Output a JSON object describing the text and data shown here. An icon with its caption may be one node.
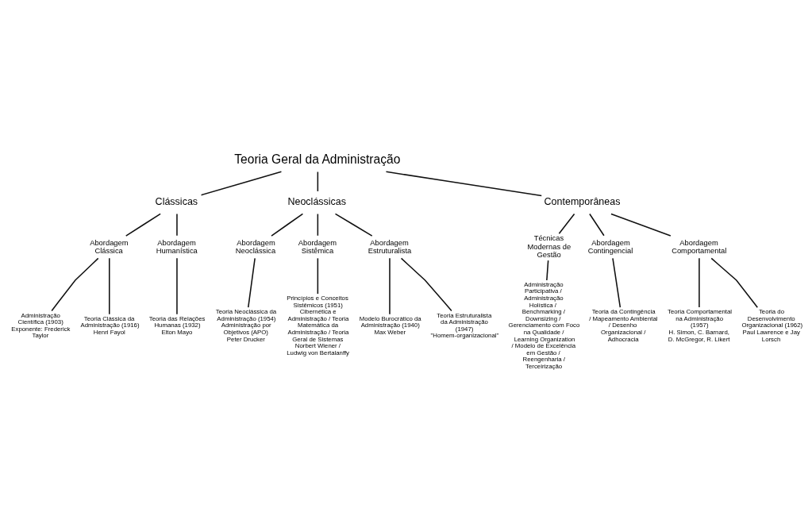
{
  "diagram": {
    "nodes": [
      {
        "text": [
          "Teoria Geral da Administração"
        ]
      },
      {
        "text": [
          "Clássicas"
        ]
      },
      {
        "text": [
          "Abordagem Clássica"
        ]
      },
      {
        "text": [
          "Administração Científica (1903)",
          "Exponente: Frederick Taylor"
        ]
      },
      {
        "text": [
          "Teoria Clássica da Administração (1916)",
          "Henri Fayol"
        ]
      },
      {
        "text": [
          "Abordagem Humanística"
        ]
      },
      {
        "text": [
          "Teoria das Relações Humanas (1932)",
          "Elton Mayo"
        ]
      },
      {
        "text": [
          "Neoclássicas"
        ]
      },
      {
        "text": [
          "Abordagem Neoclássica"
        ]
      },
      {
        "text": [
          "Teoria Neoclássica da Administração (1954)",
          "Administração por Objetivos (APO)",
          "Peter Drucker"
        ]
      },
      {
        "text": [
          "Abordagem Sistêmica"
        ]
      },
      {
        "text": [
          "Princípios e Conceitos Sistêmicos (1951)",
          "Cibernética e Administração / Teoria Matemática da Administração / Teoria Geral de Sistemas",
          "Norbert Wiener / Ludwig von Bertalanffy"
        ]
      },
      {
        "text": [
          "Abordagem Estruturalista"
        ]
      },
      {
        "text": [
          "Modelo Burocrático da Administração (1940)",
          "Max Weber"
        ]
      },
      {
        "text": [
          "Teoria Estruturalista da Administração (1947)",
          "\"Homem-organizacional\""
        ]
      },
      {
        "text": [
          "Contemporâneas"
        ]
      },
      {
        "text": [
          "Técnicas Modernas de Gestão"
        ]
      },
      {
        "text": [
          "Administração Participativa / Administração Holística / Benchmarking / Downsizing / Gerenciamento com Foco na Qualidade / Learning Organization / Modelo de Excelência em Gestão / Reengenharia / Terceirização"
        ]
      },
      {
        "text": [
          "Abordagem Contingencial"
        ]
      },
      {
        "text": [
          "Teoria da Contingência / Mapeamento Ambiental / Desenho Organizacional / Adhocracia"
        ]
      },
      {
        "text": [
          "Abordagem Comportamental"
        ]
      },
      {
        "text": [
          "Teoria Comportamental na Administração (1957)",
          "H. Simon, C. Barnard, D. McGregor, R. Likert"
        ]
      },
      {
        "text": [
          "Teoria do Desenvolvimento Organizacional (1962)",
          "Paul Lawrence e Jay Lorsch"
        ]
      }
    ],
    "edges": [
      {
        "from": 0,
        "to": 1,
        "arrow": "none"
      },
      {
        "from": 0,
        "to": 7,
        "arrow": "none"
      },
      {
        "from": 0,
        "to": 15,
        "arrow": "none"
      },
      {
        "from": 1,
        "to": 2,
        "arrow": "none"
      },
      {
        "from": 1,
        "to": 5,
        "arrow": "none"
      },
      {
        "from": 2,
        "to": 3,
        "arrow": "none"
      },
      {
        "from": 2,
        "to": 4,
        "arrow": "none"
      },
      {
        "from": 5,
        "to": 6,
        "arrow": "none"
      },
      {
        "from": 7,
        "to": 8,
        "arrow": "none"
      },
      {
        "from": 7,
        "to": 10,
        "arrow": "none"
      },
      {
        "from": 7,
        "to": 12,
        "arrow": "none"
      },
      {
        "from": 8,
        "to": 9,
        "arrow": "none"
      },
      {
        "from": 10,
        "to": 11,
        "arrow": "none"
      },
      {
        "from": 12,
        "to": 13,
        "arrow": "none"
      },
      {
        "from": 12,
        "to": 14,
        "arrow": "none"
      },
      {
        "from": 15,
        "to": 16,
        "arrow": "none"
      },
      {
        "from": 15,
        "to": 18,
        "arrow": "none"
      },
      {
        "from": 15,
        "to": 20,
        "arrow": "none"
      },
      {
        "from": 16,
        "to": 17,
        "arrow": "none"
      },
      {
        "from": 18,
        "to": 19,
        "arrow": "none"
      },
      {
        "from": 20,
        "to": 21,
        "arrow": "none"
      },
      {
        "from": 20,
        "to": 22,
        "arrow": "none"
      }
    ]
  }
}
